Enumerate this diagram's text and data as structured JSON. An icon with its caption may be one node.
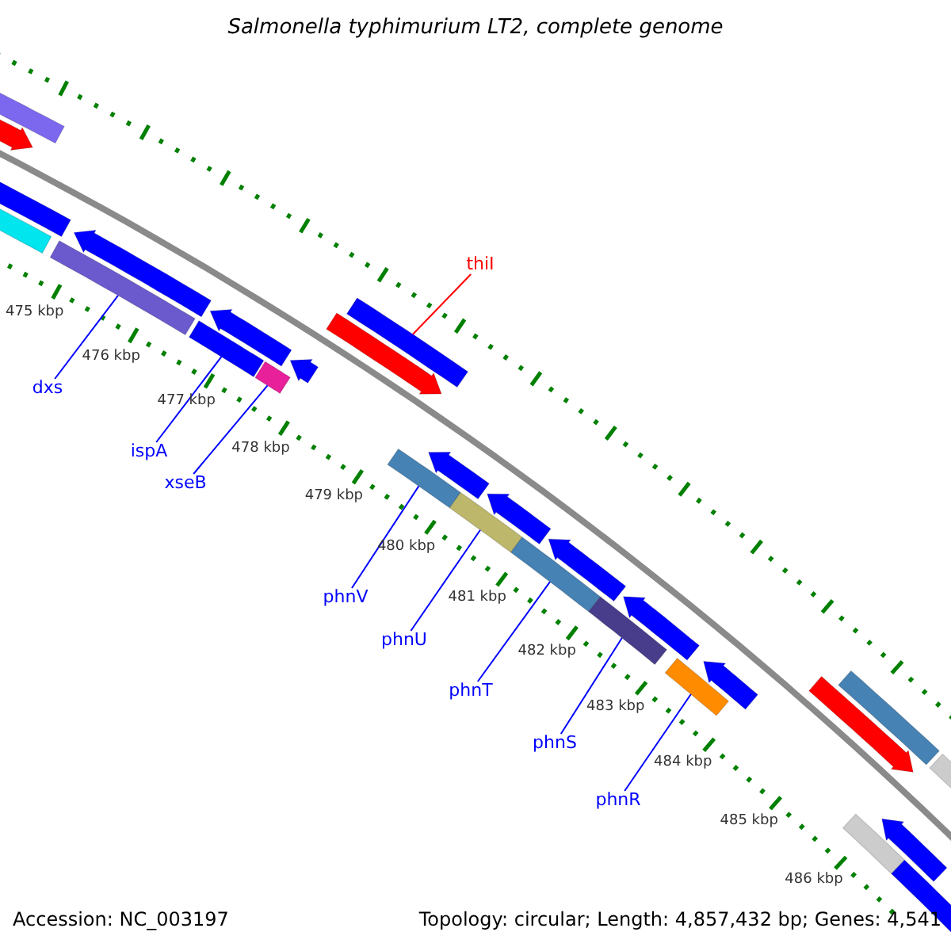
{
  "diagram": {
    "title": "Salmonella typhimurium LT2, complete genome",
    "nodes": [
      {
        "text": [
          "thiI"
        ]
      },
      {
        "text": [
          "dxs"
        ]
      },
      {
        "text": [
          "ispA"
        ]
      },
      {
        "text": [
          "xseB"
        ]
      },
      {
        "text": [
          "phnV"
        ]
      },
      {
        "text": [
          "phnU"
        ]
      },
      {
        "text": [
          "phnT"
        ]
      },
      {
        "text": [
          "phnS"
        ]
      },
      {
        "text": [
          "phnR"
        ]
      },
      {
        "text": [],
        "shape": "bar"
      },
      {
        "text": [],
        "shape": "bar"
      },
      {
        "text": [],
        "shape": "bar"
      },
      {
        "text": [],
        "shape": "bar"
      },
      {
        "text": [],
        "shape": "bar"
      },
      {
        "text": [],
        "shape": "bar"
      },
      {
        "text": [],
        "shape": "bar"
      },
      {
        "text": [],
        "shape": "bar"
      },
      {
        "text": [],
        "shape": "bar"
      },
      {
        "text": [],
        "shape": "bar"
      },
      {
        "text": [],
        "shape": "arrow"
      },
      {
        "text": [],
        "shape": "arrow"
      },
      {
        "text": [],
        "shape": "bar"
      },
      {
        "text": [],
        "shape": "arrow"
      },
      {
        "text": [],
        "shape": "arrow"
      },
      {
        "text": [],
        "shape": "arrow"
      },
      {
        "text": [],
        "shape": "bar"
      },
      {
        "text": [],
        "shape": "arrow"
      },
      {
        "text": [],
        "shape": "arrow"
      },
      {
        "text": [],
        "shape": "arrow"
      },
      {
        "text": [],
        "shape": "arrow"
      },
      {
        "text": [],
        "shape": "arrow"
      },
      {
        "text": [],
        "shape": "bar"
      },
      {
        "text": [],
        "shape": "bar"
      },
      {
        "text": [],
        "shape": "arrow"
      },
      {
        "text": [],
        "shape": "arrow"
      },
      {
        "text": [],
        "shape": "bar"
      },
      {
        "text": [],
        "shape": "bar"
      }
    ],
    "edges": [
      {
        "from": 0,
        "to": 9,
        "arrow": "none",
        "color": "#ff0000"
      },
      {
        "from": 1,
        "to": 10,
        "arrow": "none"
      },
      {
        "from": 2,
        "to": 11,
        "arrow": "none"
      },
      {
        "from": 3,
        "to": 12,
        "arrow": "none"
      },
      {
        "from": 4,
        "to": 13,
        "arrow": "none"
      },
      {
        "from": 5,
        "to": 14,
        "arrow": "none"
      },
      {
        "from": 6,
        "to": 15,
        "arrow": "none"
      },
      {
        "from": 7,
        "to": 16,
        "arrow": "none"
      },
      {
        "from": 8,
        "to": 17,
        "arrow": "none"
      }
    ],
    "labels": [
      "475 kbp",
      "476 kbp",
      "477 kbp",
      "478 kbp",
      "479 kbp",
      "480 kbp",
      "481 kbp",
      "482 kbp",
      "483 kbp",
      "484 kbp",
      "485 kbp",
      "486 kbp",
      "Accession: NC_003197",
      "Topology: circular; Length: 4,857,432 bp; Genes: 4,541"
    ]
  }
}
